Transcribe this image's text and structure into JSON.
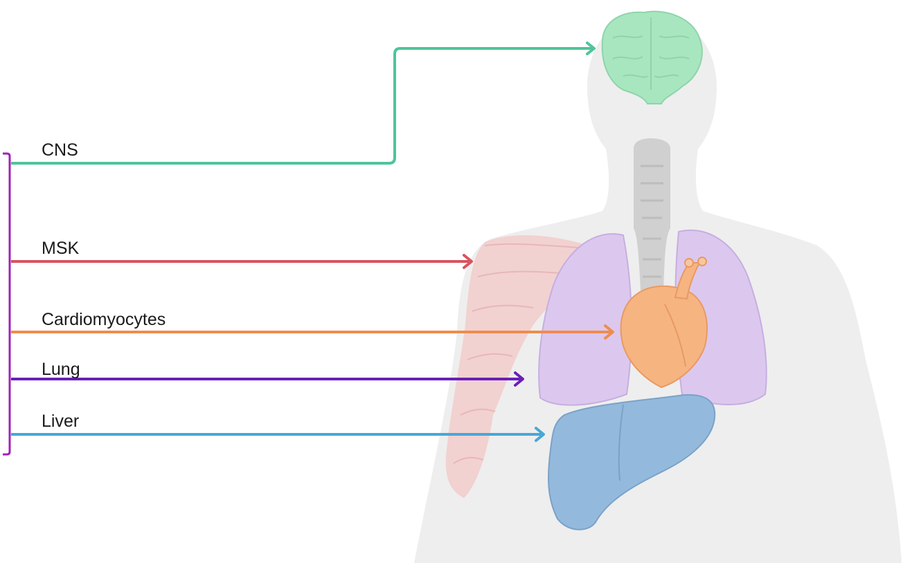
{
  "labels": {
    "cns": "CNS",
    "msk": "MSK",
    "cardiomyocytes": "Cardiomyocytes",
    "lung": "Lung",
    "liver": "Liver"
  },
  "colors": {
    "bracket": "#a020b8",
    "cns": "#4fc49a",
    "msk": "#d9535f",
    "cardiomyocytes": "#ef8c4c",
    "lung": "#6a1fb8",
    "liver": "#46a8d8",
    "body": "#eeeeee",
    "brain": "#a8e6c0",
    "lungs": "#dcc8ee",
    "heart": "#f6b481",
    "liver_organ": "#93b9dc",
    "muscle": "#f2c8c8",
    "trachea": "#d2d2d2"
  },
  "organs": [
    "brain-icon",
    "trachea-icon",
    "lungs-icon",
    "heart-icon",
    "liver-icon",
    "muscle-icon"
  ]
}
